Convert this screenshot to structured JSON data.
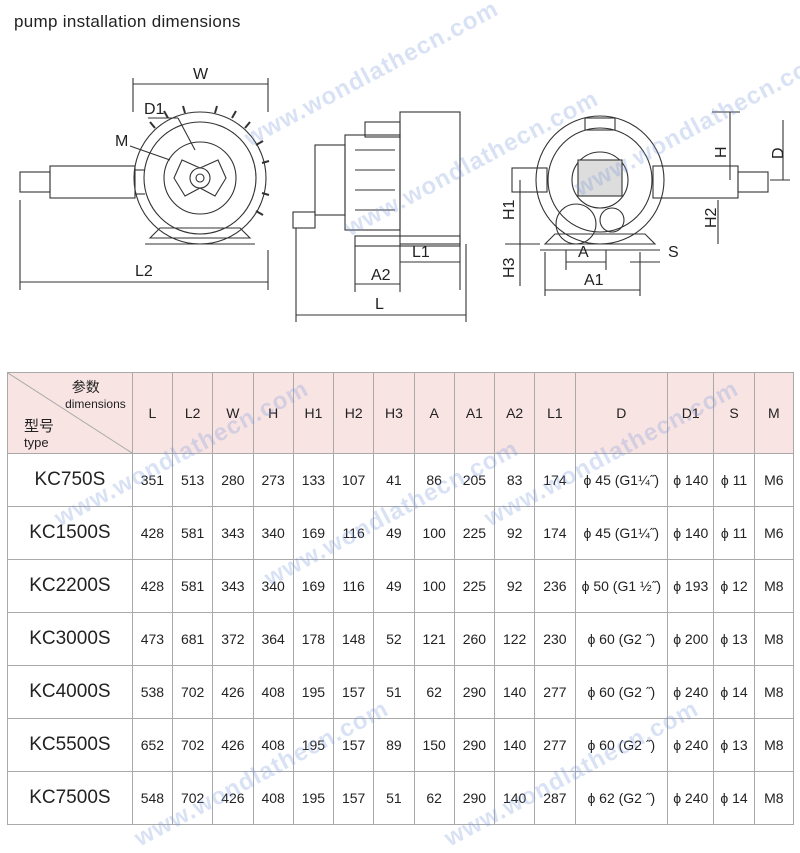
{
  "title": "pump installation dimensions",
  "watermark": "www.wondlathecn.com",
  "drawing_labels": {
    "side": {
      "W": "W",
      "D1": "D1",
      "M": "M",
      "L2": "L2"
    },
    "front": {
      "L1": "L1",
      "A2": "A2",
      "L": "L"
    },
    "end": {
      "H": "H",
      "D": "D",
      "H1": "H1",
      "H2": "H2",
      "H3": "H3",
      "A": "A",
      "A1": "A1",
      "S": "S"
    }
  },
  "table": {
    "corner": {
      "params": "参数",
      "dimensions": "dimensions",
      "model": "型号",
      "type": "type"
    },
    "headers": [
      "L",
      "L2",
      "W",
      "H",
      "H1",
      "H2",
      "H3",
      "A",
      "A1",
      "A2",
      "L1",
      "D",
      "D1",
      "S",
      "M"
    ],
    "rows": [
      {
        "type": "KC750S",
        "cells": [
          "351",
          "513",
          "280",
          "273",
          "133",
          "107",
          "41",
          "86",
          "205",
          "83",
          "174",
          "ϕ 45 (G1¼˝)",
          "ϕ 140",
          "ϕ 11",
          "M6"
        ]
      },
      {
        "type": "KC1500S",
        "cells": [
          "428",
          "581",
          "343",
          "340",
          "169",
          "116",
          "49",
          "100",
          "225",
          "92",
          "174",
          "ϕ 45 (G1¼˝)",
          "ϕ 140",
          "ϕ 11",
          "M6"
        ]
      },
      {
        "type": "KC2200S",
        "cells": [
          "428",
          "581",
          "343",
          "340",
          "169",
          "116",
          "49",
          "100",
          "225",
          "92",
          "236",
          "ϕ 50 (G1 ½˝)",
          "ϕ 193",
          "ϕ 12",
          "M8"
        ]
      },
      {
        "type": "KC3000S",
        "cells": [
          "473",
          "681",
          "372",
          "364",
          "178",
          "148",
          "52",
          "121",
          "260",
          "122",
          "230",
          "ϕ 60 (G2 ˝)",
          "ϕ 200",
          "ϕ 13",
          "M8"
        ]
      },
      {
        "type": "KC4000S",
        "cells": [
          "538",
          "702",
          "426",
          "408",
          "195",
          "157",
          "51",
          "62",
          "290",
          "140",
          "277",
          "ϕ 60 (G2 ˝)",
          "ϕ 240",
          "ϕ 14",
          "M8"
        ]
      },
      {
        "type": "KC5500S",
        "cells": [
          "652",
          "702",
          "426",
          "408",
          "195",
          "157",
          "89",
          "150",
          "290",
          "140",
          "277",
          "ϕ 60 (G2 ˝)",
          "ϕ 240",
          "ϕ 13",
          "M8"
        ]
      },
      {
        "type": "KC7500S",
        "cells": [
          "548",
          "702",
          "426",
          "408",
          "195",
          "157",
          "51",
          "62",
          "290",
          "140",
          "287",
          "ϕ 62 (G2 ˝)",
          "ϕ 240",
          "ϕ 14",
          "M8"
        ]
      }
    ]
  }
}
